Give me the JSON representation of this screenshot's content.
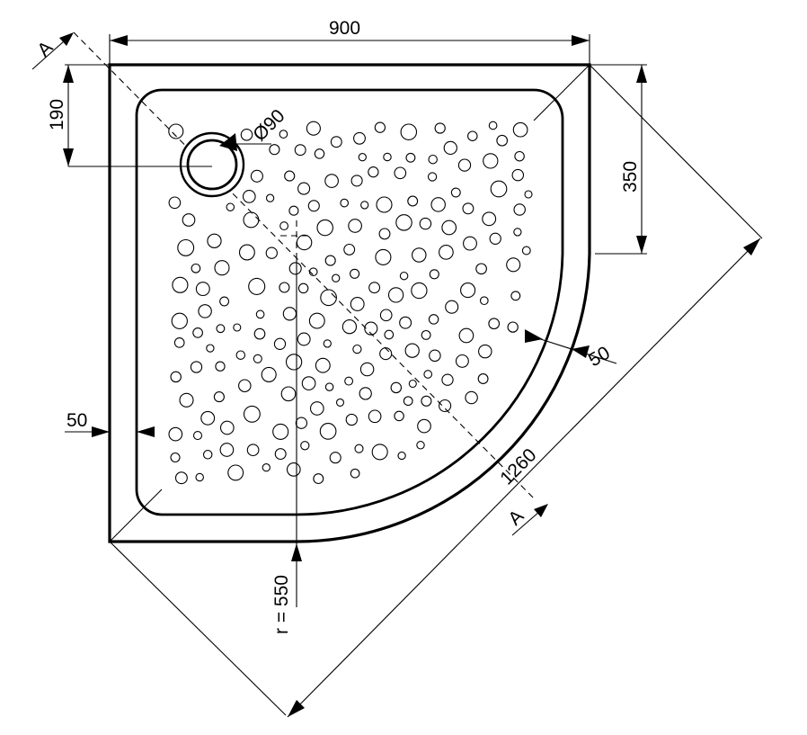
{
  "dimensions": {
    "width": "900",
    "height_left": "190",
    "height_right": "350",
    "drain_diameter": "Ø90",
    "rim_right": "50",
    "rim_left": "50",
    "radius": "r = 550",
    "diagonal": "1260"
  },
  "section": {
    "top_label": "A",
    "bottom_label": "A"
  }
}
